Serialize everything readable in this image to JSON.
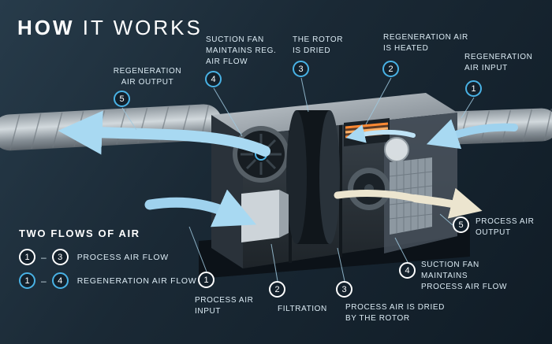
{
  "title": {
    "bold": "HOW",
    "rest": "IT WORKS"
  },
  "colors": {
    "background": "#1a2935",
    "accent_blue": "#49b2e5",
    "process_ring": "#ffffff",
    "regeneration_ring": "#49b2e5",
    "heater_orange": "#ff8a33",
    "flow_blue": "#a8d9f2",
    "flow_cream": "#ece5cf",
    "label_text": "#dcebf4"
  },
  "callouts": [
    {
      "number": "5",
      "label": "REGENERATION AIR OUTPUT",
      "flow": "regeneration"
    },
    {
      "number": "4",
      "label": "SUCTION FAN MAINTAINS REG. AIR FLOW",
      "flow": "regeneration"
    },
    {
      "number": "3",
      "label": "THE ROTOR IS DRIED",
      "flow": "regeneration"
    },
    {
      "number": "2",
      "label": "REGENERATION AIR IS HEATED",
      "flow": "regeneration"
    },
    {
      "number": "1",
      "label": "REGENERATION AIR INPUT",
      "flow": "regeneration"
    },
    {
      "number": "5",
      "label": "PROCESS AIR OUTPUT",
      "flow": "process"
    },
    {
      "number": "4",
      "label": "SUCTION FAN MAINTAINS PROCESS AIR FLOW",
      "flow": "process"
    },
    {
      "number": "3",
      "label": "PROCESS AIR IS DRIED BY THE ROTOR",
      "flow": "process"
    },
    {
      "number": "2",
      "label": "FILTRATION",
      "flow": "process"
    },
    {
      "number": "1",
      "label": "PROCESS AIR INPUT",
      "flow": "process"
    }
  ],
  "legend": {
    "title": "TWO FLOWS OF AIR",
    "rows": [
      {
        "from": "1",
        "dash": "–",
        "to": "3",
        "label": "PROCESS AIR FLOW",
        "flow": "process"
      },
      {
        "from": "1",
        "dash": "–",
        "to": "4",
        "label": "REGENERATION AIR FLOW",
        "flow": "regeneration"
      }
    ]
  }
}
